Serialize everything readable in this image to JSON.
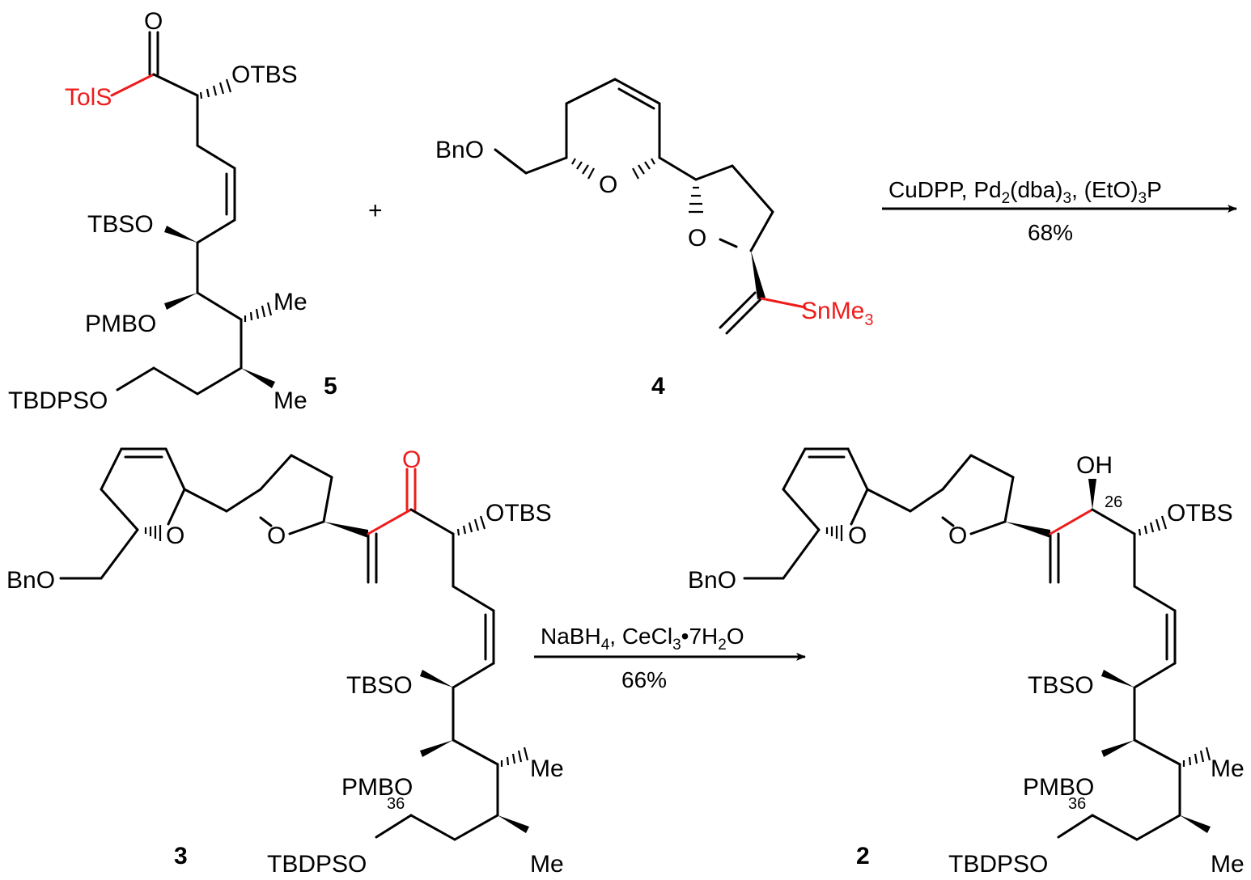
{
  "compounds": {
    "c5": {
      "number": "5",
      "labels": {
        "o_top": "O",
        "tols": "TolS",
        "otbs": "OTBS",
        "tbso": "TBSO",
        "pmbo": "PMBO",
        "me1": "Me",
        "me2": "Me",
        "tbdpso": "TBDPSO"
      }
    },
    "c4": {
      "number": "4",
      "labels": {
        "bno": "BnO",
        "o_pyran": "O",
        "o_thf": "O",
        "snme3": "SnMe",
        "snme3_sub": "3"
      }
    },
    "c3": {
      "number": "3",
      "labels": {
        "bno": "BnO",
        "o_pyran": "O",
        "o_thf": "O",
        "o_ketone": "O",
        "otbs": "OTBS",
        "tbso": "TBSO",
        "pmbo": "PMBO",
        "me1": "Me",
        "me2": "Me",
        "tbdpso": "TBDPSO",
        "c36": "36"
      }
    },
    "c2": {
      "number": "2",
      "labels": {
        "bno": "BnO",
        "o_pyran": "O",
        "o_thf": "O",
        "oh": "OH",
        "c26": "26",
        "otbs": "OTBS",
        "tbso": "TBSO",
        "pmbo": "PMBO",
        "me1": "Me",
        "me2": "Me",
        "tbdpso": "TBDPSO",
        "c36": "36"
      }
    }
  },
  "plus_sign": "+",
  "reactions": [
    {
      "reagents": {
        "a": "CuDPP, Pd",
        "a_sub": "2",
        "b": "(dba)",
        "b_sub": "3",
        "c": ", (EtO)",
        "c_sub": "3",
        "d": "P"
      },
      "yield": "68%"
    },
    {
      "reagents": {
        "a": "NaBH",
        "a_sub": "4",
        "b": ", CeCl",
        "b_sub": "3",
        "c": "•7H",
        "c_sub": "2",
        "d": "O"
      },
      "yield": "66%"
    }
  ],
  "colors": {
    "highlight": "#ee1c1c",
    "ink": "#000000",
    "background": "#ffffff"
  }
}
